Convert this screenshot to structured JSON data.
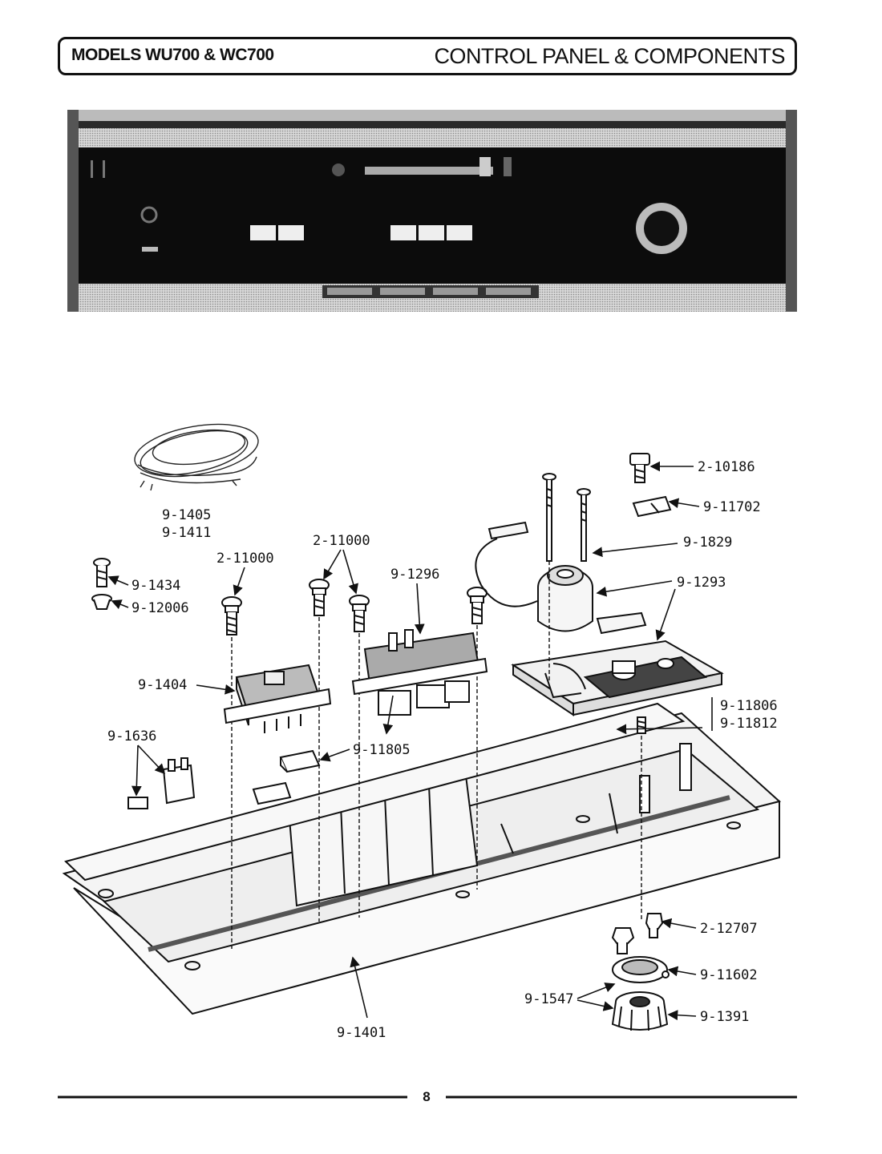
{
  "header": {
    "models": "MODELS WU700 & WC700",
    "section": "CONTROL PANEL & COMPONENTS"
  },
  "labels": {
    "wire_harness_a": "9-1405",
    "wire_harness_b": "9-1411",
    "screw_top": "2-10186",
    "clip": "9-11702",
    "timer_motor": "9-1829",
    "timer": "9-1293",
    "screw_left": "2-11000",
    "screw_mid": "2-11000",
    "switch_mid": "9-1296",
    "screw_small": "9-1434",
    "grommet": "9-12006",
    "switch_left": "9-1404",
    "light_socket": "9-1636",
    "terminal_block": "9-11805",
    "bracket_a": "9-11806",
    "bracket_b": "9-11812",
    "nut_screw": "2-12707",
    "knob_dial": "9-11602",
    "knob_pair": "9-1547",
    "knob": "9-1391",
    "console": "9-1401"
  },
  "footer": {
    "page_number": "8"
  }
}
